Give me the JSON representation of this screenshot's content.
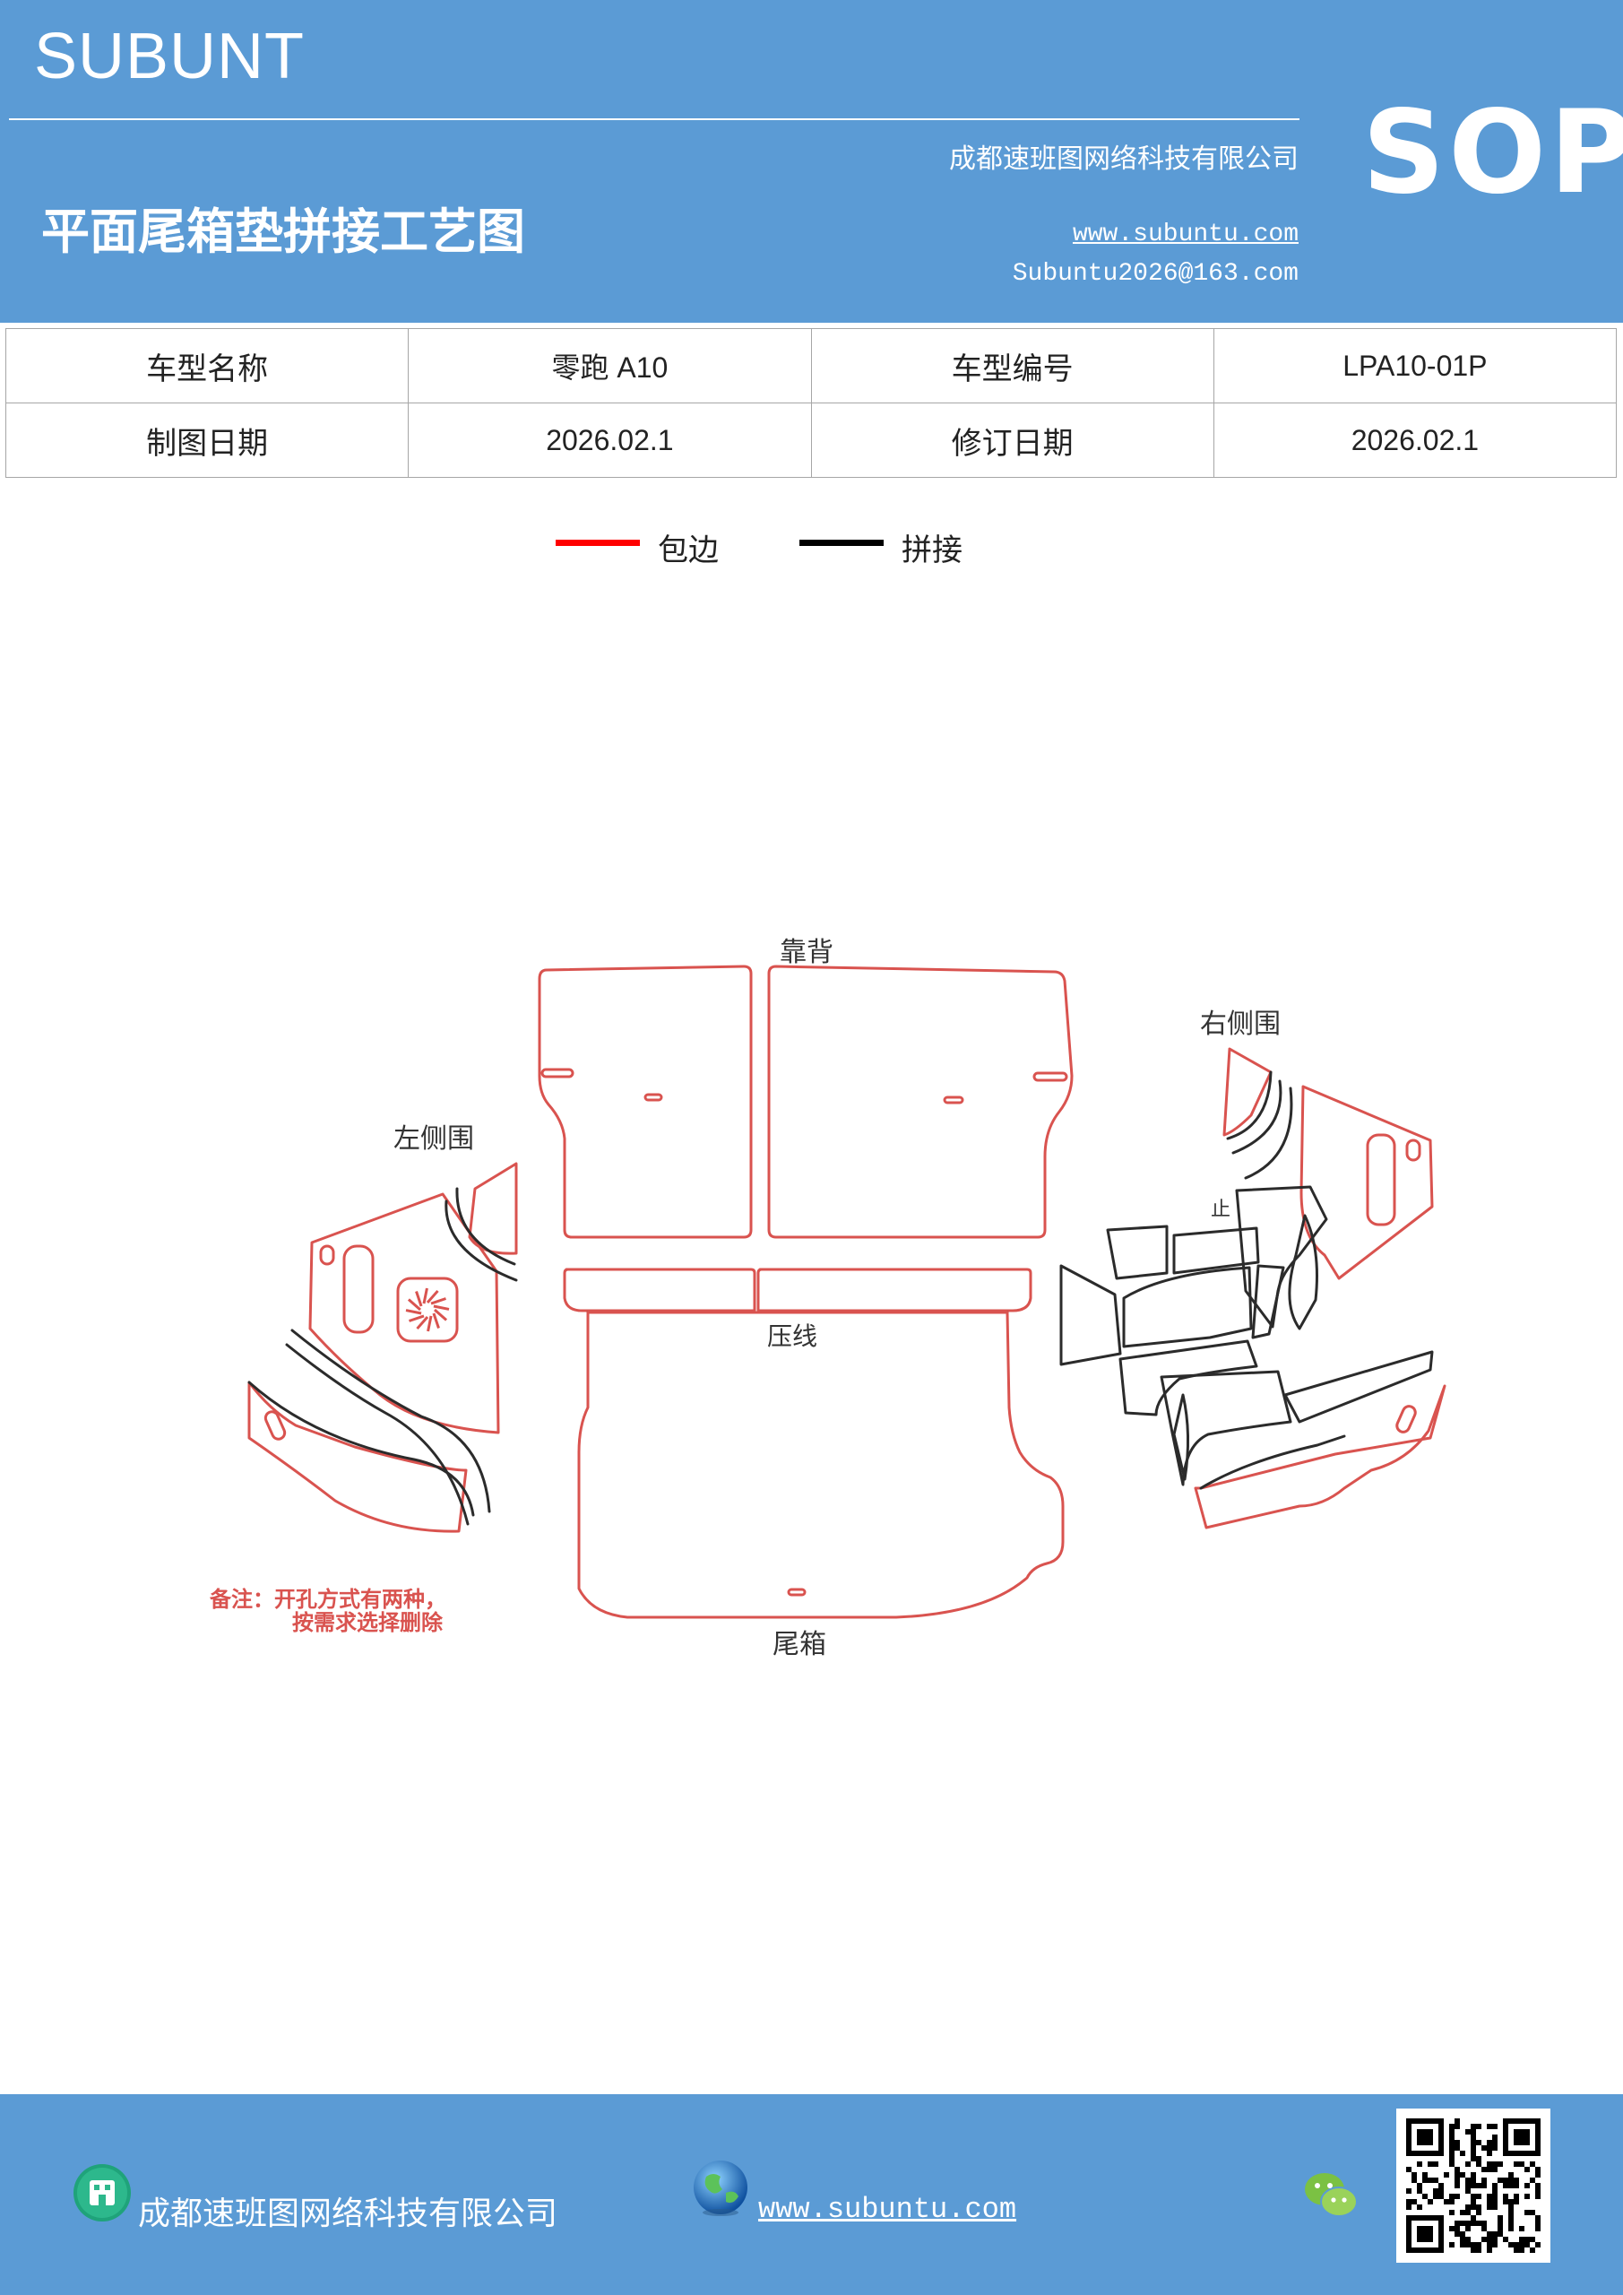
{
  "header": {
    "brand": "SUBUNT",
    "company": "成都速班图网络科技有限公司",
    "title": "平面尾箱垫拼接工艺图",
    "website": "www.subuntu.com",
    "email": "Subuntu2026@163.com",
    "badge": "SOP"
  },
  "info_table": {
    "rows": [
      {
        "label1": "车型名称",
        "value1": "零跑 A10",
        "label2": "车型编号",
        "value2": "LPA10-01P"
      },
      {
        "label1": "制图日期",
        "value1": "2026.02.1",
        "label2": "修订日期",
        "value2": "2026.02.1"
      }
    ]
  },
  "legend": {
    "items": [
      {
        "label": "包边",
        "color": "#ff0000"
      },
      {
        "label": "拼接",
        "color": "#000000"
      }
    ]
  },
  "diagram": {
    "labels": {
      "backrest": "靠背",
      "left_side": "左侧围",
      "right_side": "右侧围",
      "crease": "压线",
      "trunk": "尾箱",
      "small_mark": "止"
    },
    "note_line1": "备注：开孔方式有两种，",
    "note_line2": "按需求选择删除",
    "edge_color": "#d9534f",
    "seam_color": "#2b2b2b"
  },
  "footer": {
    "company": "成都速班图网络科技有限公司",
    "website": "www.subuntu.com",
    "company_icon": "building-icon",
    "website_icon": "globe-icon",
    "wechat_icon": "wechat-icon"
  }
}
